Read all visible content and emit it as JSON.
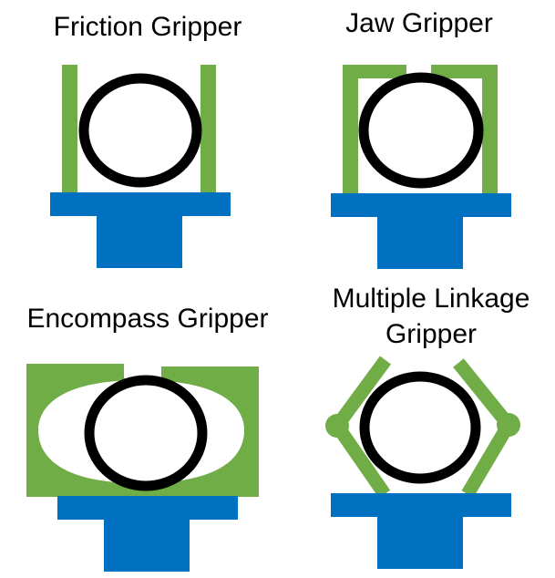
{
  "colors": {
    "gripper": "#70AD47",
    "base": "#0070C0",
    "object_outline": "#000000",
    "background": "#FFFFFF"
  },
  "panels": {
    "friction": {
      "title": "Friction Gripper"
    },
    "jaw": {
      "title": "Jaw Gripper"
    },
    "encompass": {
      "title": "Encompass Gripper"
    },
    "linkage": {
      "title_line1": "Multiple Linkage",
      "title_line2": "Gripper"
    }
  }
}
